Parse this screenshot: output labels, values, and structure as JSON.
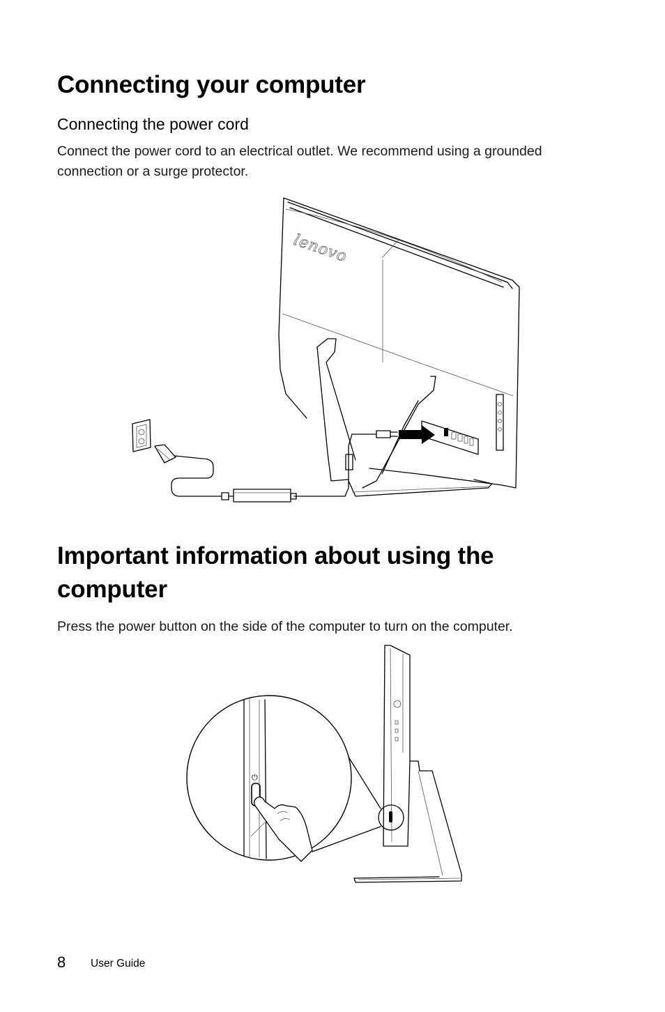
{
  "sections": [
    {
      "title": "Connecting your computer",
      "subsections": [
        {
          "title": "Connecting the power cord",
          "text": "Connect the power cord to an electrical outlet. We recommend using a grounded connection or a surge protector."
        }
      ]
    },
    {
      "title": "Important information about using the computer",
      "text": "Press the power button on the side of the computer to turn on the computer."
    }
  ],
  "figures": {
    "power_cord": {
      "logo_text": "lenovo"
    }
  },
  "footer": {
    "page_number": "8",
    "label": "User Guide"
  }
}
